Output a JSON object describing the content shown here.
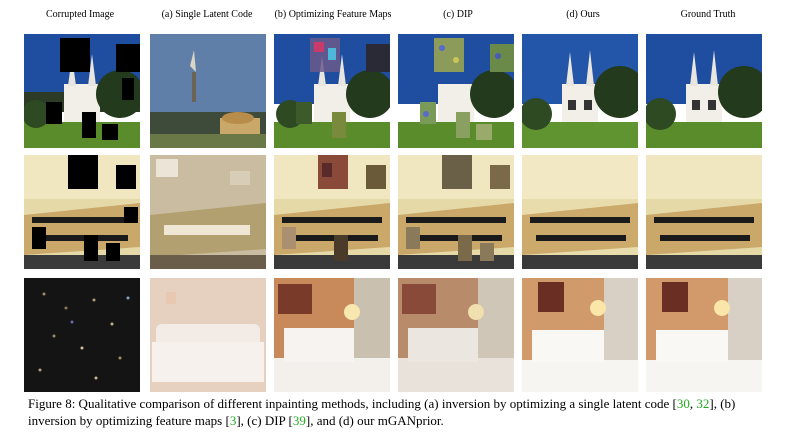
{
  "columns": [
    {
      "label": "Corrupted Image"
    },
    {
      "label": "(a) Single Latent Code"
    },
    {
      "label": "(b) Optimizing Feature Maps"
    },
    {
      "label": "(c) DIP"
    },
    {
      "label": "(d) Ours"
    },
    {
      "label": "Ground Truth"
    }
  ],
  "rows": [
    {
      "scene": "church-exterior"
    },
    {
      "scene": "conference-room"
    },
    {
      "scene": "bedroom"
    }
  ],
  "caption": {
    "t1": "Figure 8: Qualitative comparison of different inpainting methods, including (a) inversion by optimizing a single latent code [",
    "c1": "30",
    "s1": ", ",
    "c2": "32",
    "t2": "], (b) inversion by optimizing feature maps [",
    "c3": "3",
    "t3": "], (c) DIP [",
    "c4": "39",
    "t4": "], and (d) our mGANprior."
  },
  "colors": {
    "citation": "#22aa22"
  }
}
